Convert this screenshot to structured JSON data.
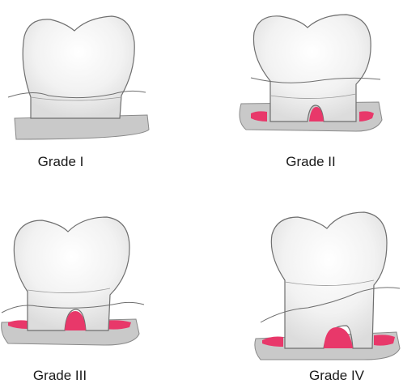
{
  "figure": {
    "panels": [
      {
        "label": "Grade I"
      },
      {
        "label": "Grade II"
      },
      {
        "label": "Grade III"
      },
      {
        "label": "Grade IV"
      }
    ],
    "colors": {
      "enamel": "#ececec",
      "tooth_outline": "#6f6f6f",
      "bone": "#c9c9c9",
      "bone_outline": "#8a8a8a",
      "furcation_defect": "#e8386a",
      "text": "#1a1a1a"
    }
  }
}
